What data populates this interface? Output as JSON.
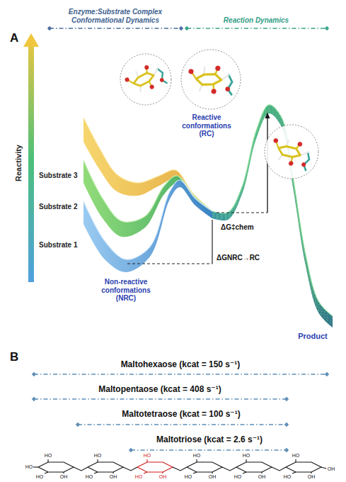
{
  "diagram": {
    "labels": [
      "A",
      "Enzyme:Substrate Complex Conformational Dynamics",
      "Reaction Dynamics",
      "Reactivity",
      "Reactive conformations (RC)",
      "Substrate 3",
      "Substrate 2",
      "Substrate 1",
      "ΔG‡chem",
      "ΔGNRC→RC",
      "Non-reactive conformations (NRC)",
      "Product",
      "B",
      "Maltohexaose (kcat = 150 s⁻¹)",
      "Maltopentaose (kcat = 408 s⁻¹)",
      "Maltotetraose (kcat = 100 s⁻¹)",
      "Maltotriose (kcat = 2.6 s⁻¹)",
      "HO",
      "HO",
      "HO",
      "OH",
      "HO",
      "HO",
      "OH",
      "HO",
      "HO",
      "OH",
      "HO",
      "HO",
      "OH",
      "HO",
      "HO",
      "OH",
      "HO",
      "HO",
      "OH",
      "OH"
    ]
  }
}
